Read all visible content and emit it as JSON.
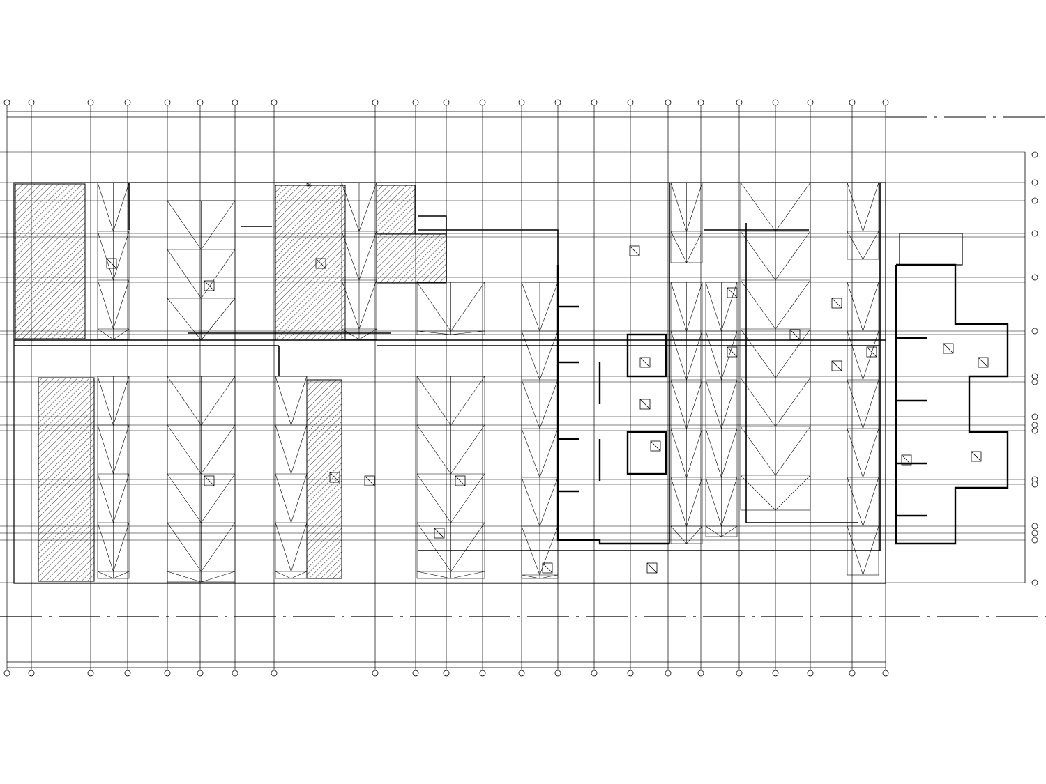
{
  "drawing": {
    "kind": "basement floor plan — ventilation / smoke exhaust layout",
    "line_color": "#000000",
    "background": "#ffffff",
    "grid_columns": 26,
    "bays": {
      "hatched_cores": 4,
      "parking_bay_groups": 16,
      "stair_core_blocks": 2
    }
  }
}
